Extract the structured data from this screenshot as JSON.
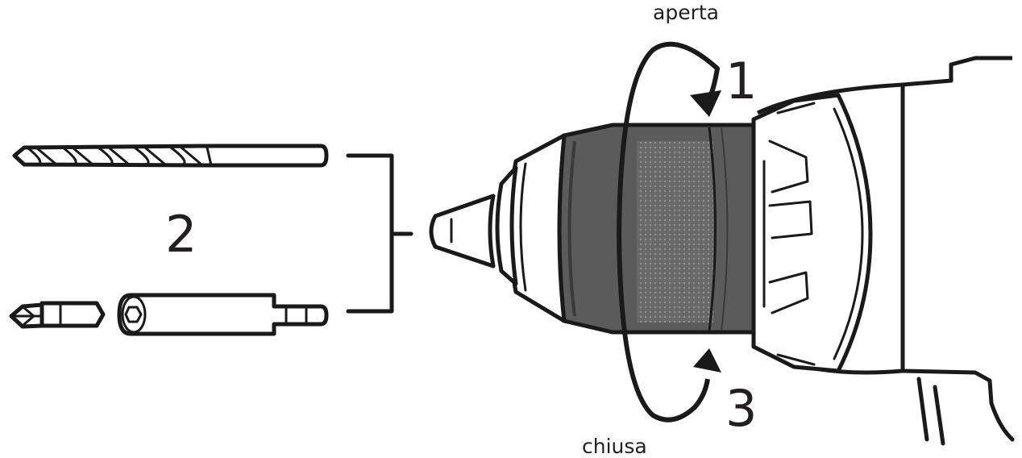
{
  "labels": {
    "open": "aperta",
    "close": "chiusa",
    "step_1": "1",
    "step_2": "2",
    "step_3": "3"
  },
  "colors": {
    "ink": "#1a1a1a",
    "sleeve_dark": "#5b5b5b",
    "sleeve_mid": "#6f6f6f",
    "background": "#ffffff"
  },
  "icons": [
    "drill-bit-icon",
    "screwdriver-bit-icon",
    "bit-holder-icon",
    "drill-chuck-icon",
    "rotation-arrow-icon"
  ]
}
